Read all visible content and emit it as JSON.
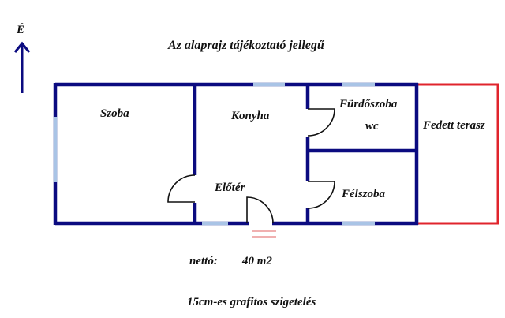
{
  "title": "Az alaprajz tájékoztató jellegű",
  "compass": {
    "label": "É",
    "icon": "north-arrow-icon"
  },
  "rooms": [
    {
      "id": "szoba",
      "label": "Szoba"
    },
    {
      "id": "konyha",
      "label": "Konyha"
    },
    {
      "id": "furdoszoba",
      "label": "Fürdőszoba"
    },
    {
      "id": "wc",
      "label": "wc"
    },
    {
      "id": "eloter",
      "label": "Előtér"
    },
    {
      "id": "felszoba",
      "label": "Félszoba"
    },
    {
      "id": "terasz",
      "label": "Fedett terasz"
    }
  ],
  "area": {
    "label": "nettó:",
    "value": "40 m2"
  },
  "insulation": "15cm-es grafitos szigetelés",
  "colors": {
    "wall": "#0b0b80",
    "window": "#a9c4e6",
    "terrace": "#e0242c",
    "door": "#111111",
    "entrance_marks": "#e06060"
  }
}
